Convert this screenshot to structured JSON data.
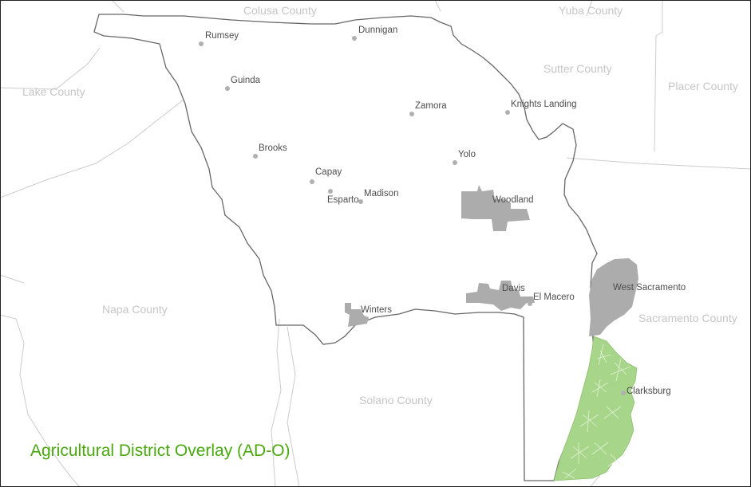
{
  "counties": {
    "colusa": "Colusa County",
    "yuba": "Yuba County",
    "sutter": "Sutter County",
    "placer": "Placer County",
    "lake": "Lake County",
    "napa": "Napa County",
    "solano": "Solano County",
    "sacramento": "Sacramento County"
  },
  "towns": {
    "rumsey": "Rumsey",
    "dunnigan": "Dunnigan",
    "guinda": "Guinda",
    "zamora": "Zamora",
    "knights_landing": "Knights Landing",
    "brooks": "Brooks",
    "yolo": "Yolo",
    "capay": "Capay",
    "esparto": "Esparto",
    "madison": "Madison",
    "woodland": "Woodland",
    "davis": "Davis",
    "el_macero": "El Macero",
    "west_sacramento": "West Sacramento",
    "winters": "Winters",
    "clarksburg": "Clarksburg"
  },
  "legend": {
    "title": "Agricultural District Overlay (AD-O)",
    "color": "#4aa80f"
  },
  "colors": {
    "overlay_fill": "#a7d68a",
    "urban_fill": "#acacac",
    "county_line": "#cccccc",
    "yolo_boundary": "#666666"
  }
}
